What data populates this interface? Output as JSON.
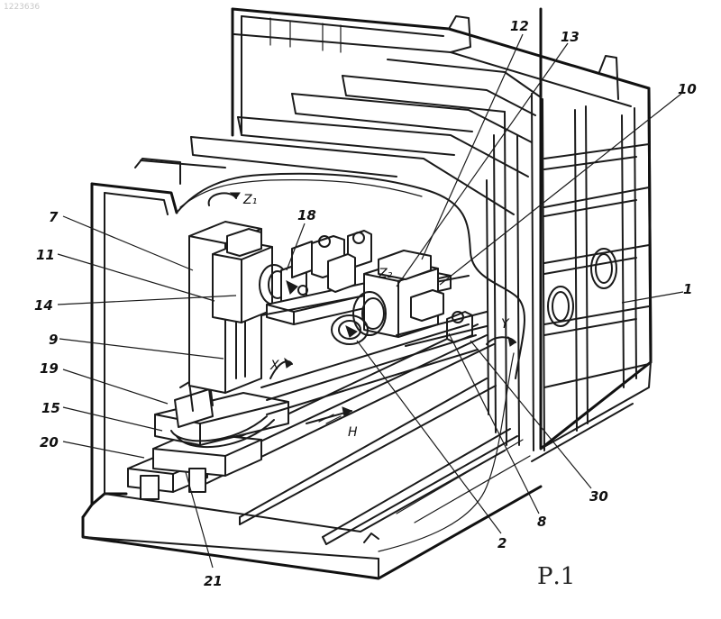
{
  "stamp": "1223636",
  "figure_label": "Р.1",
  "callouts": [
    "7",
    "11",
    "14",
    "9",
    "19",
    "15",
    "20",
    "21",
    "18",
    "12",
    "13",
    "10",
    "1",
    "30",
    "8",
    "2"
  ],
  "axis_labels": {
    "z1": "Z₁",
    "z2": "Z₂",
    "x": "X",
    "y": "Y",
    "h": "H"
  }
}
